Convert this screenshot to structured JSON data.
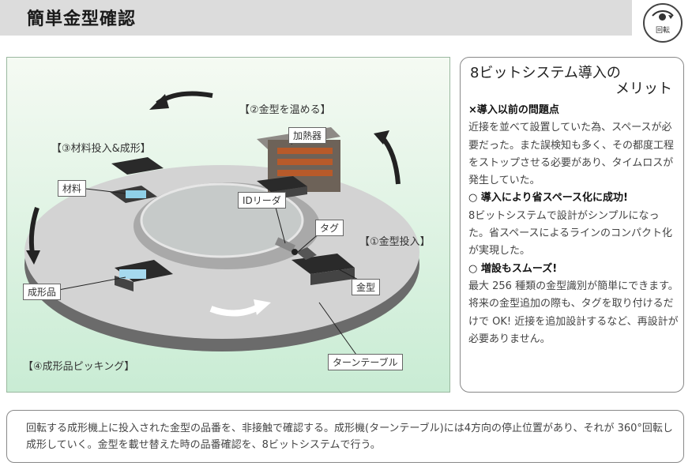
{
  "title": "簡単金型確認",
  "rotation_badge": {
    "label": "回転",
    "icon": "rotation-icon"
  },
  "diagram": {
    "labels": {
      "step1": "【①金型投入】",
      "step2": "【②金型を温める】",
      "step3": "【③材料投入&成形】",
      "step4": "【④成形品ピッキング】",
      "heater": "加熱器",
      "material": "材料",
      "product": "成形品",
      "id_reader": "IDリーダ",
      "tag": "タグ",
      "mold": "金型",
      "turntable": "ターンテーブル"
    }
  },
  "panel": {
    "title_line1": "8ビットシステム導入の",
    "title_line2": "メリット",
    "paragraphs": [
      {
        "heading": "×導入以前の問題点",
        "text": "近接を並べて設置していた為、スペースが必要だった。また誤検知も多く、その都度工程をストップさせる必要があり、タイムロスが発生していた。"
      },
      {
        "heading": "○ 導入により省スペース化に成功!",
        "text": "8ビットシステムで設計がシンプルになった。省スペースによるラインのコンパクト化が実現した。"
      },
      {
        "heading": "○ 増設もスムーズ!",
        "text": "最大 256 種類の金型識別が簡単にできます。"
      },
      {
        "heading": "",
        "text": "将来の金型追加の際も、タグを取り付けるだけで OK! 近接を追加設計するなど、再設計が必要ありません。"
      }
    ]
  },
  "caption": "回転する成形機上に投入された金型の品番を、非接触で確認する。成形機(ターンテーブル)には4方向の停止位置があり、それが 360°回転し成形していく。金型を載せ替えた時の品番確認を、8ビットシステムで行う。"
}
